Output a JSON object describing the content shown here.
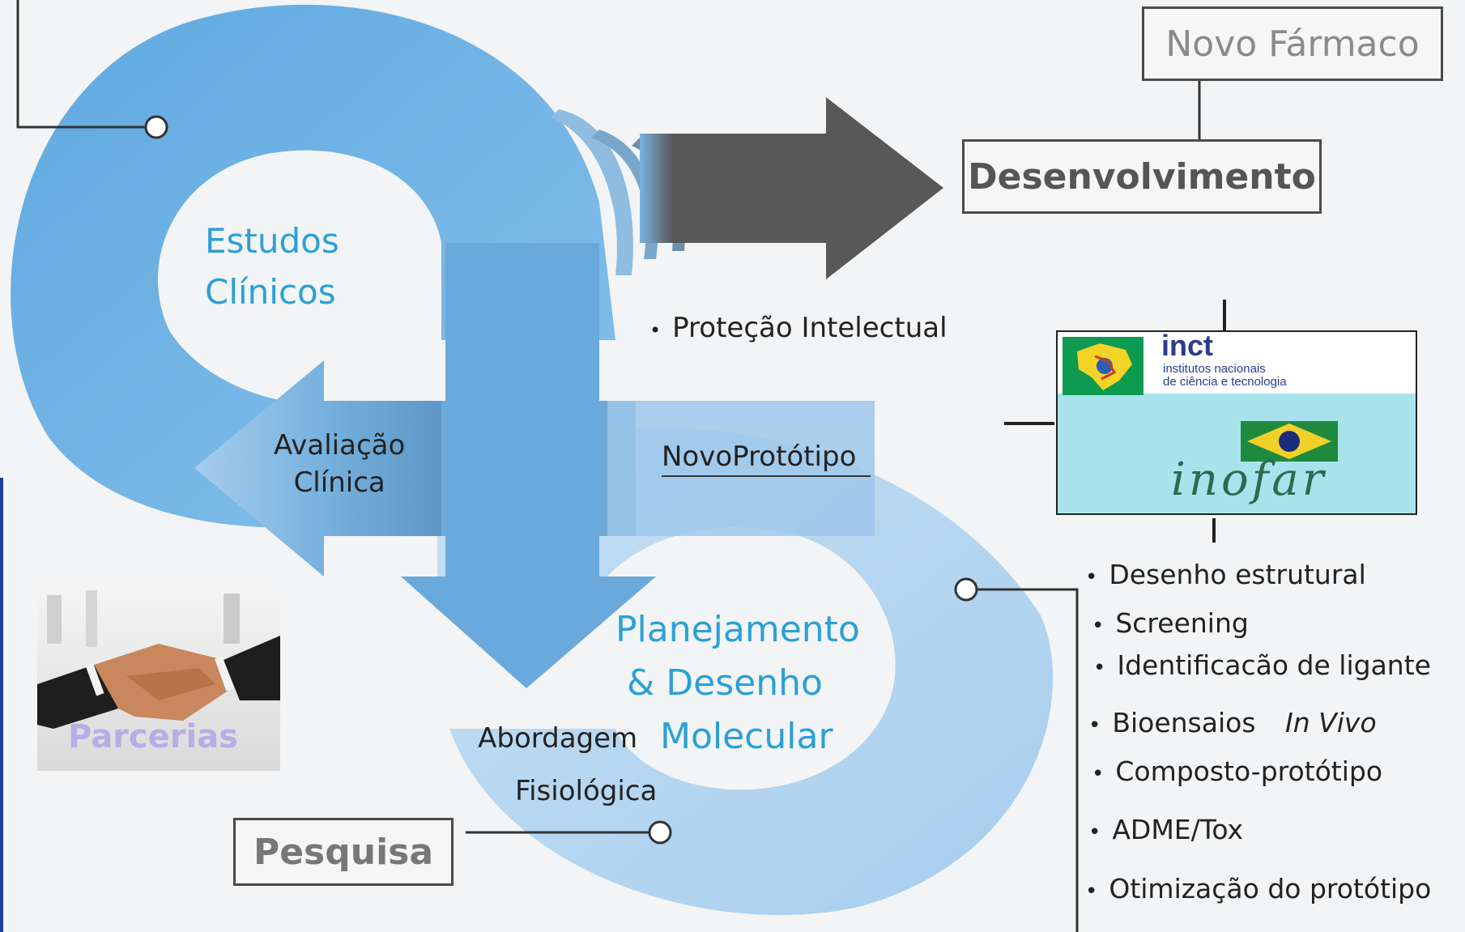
{
  "boxes": {
    "novo_farmaco": "Novo Fármaco",
    "desenvolvimento": "Desenvolvimento",
    "pesquisa": "Pesquisa"
  },
  "stages": {
    "estudos_line1": "Estudos",
    "estudos_line2": "Clínicos",
    "planejamento_line1": "Planejamento",
    "planejamento_line2": "& Desenho",
    "planejamento_line3": "Molecular"
  },
  "arrow_labels": {
    "avaliacao_line1": "Avaliação",
    "avaliacao_line2": "Clínica",
    "novo_prototipo": "NovoProtótipo",
    "abordagem_line1": "Abordagem",
    "abordagem_line2": "Fisiológica"
  },
  "protecao": "Proteção Intelectual",
  "logo": {
    "title": "inct",
    "subtitle_line1": "institutos nacionais",
    "subtitle_line2": "de ciência e tecnologia",
    "signature": "inofar"
  },
  "partner_caption": "Parcerias",
  "research_items": [
    "Desenho estrutural",
    "Screening",
    "Identificacão de ligante",
    "Bioensaios",
    "Composto-protótipo",
    "ADME/Tox",
    "Otimização do protótipo"
  ],
  "in_vivo": "In Vivo",
  "colors": {
    "loop_top": "#72b5e5",
    "loop_bottom": "#b5d6f0",
    "arrow_dark": "#585858",
    "label_blue": "#2aa0d8",
    "partner_caption": "#b7aee6"
  }
}
